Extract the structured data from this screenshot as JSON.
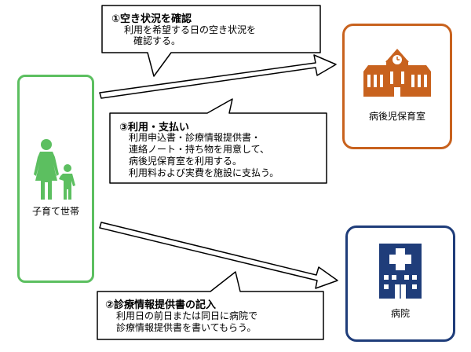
{
  "actor": {
    "label": "子育て世帯",
    "icon": "parent-child-icon",
    "color": "#5cbf60"
  },
  "nursery": {
    "label": "病後児保育室",
    "icon": "school-building-icon",
    "color": "#c8621e"
  },
  "hospital": {
    "label": "病院",
    "icon": "hospital-icon",
    "color": "#1f3d7a"
  },
  "steps": [
    {
      "title": "①空き状況を確認",
      "lines": [
        "利用を希望する日の空き状況を",
        "確認する。"
      ]
    },
    {
      "title": "②診療情報提供書の記入",
      "lines": [
        "利用日の前日または同日に病院で",
        "診療情報提供書を書いてもらう。"
      ]
    },
    {
      "title": "③利用・支払い",
      "lines": [
        "利用申込書・診療情報提供書・",
        "連絡ノート・持ち物を用意して、",
        "病後児保育室を利用する。",
        "利用料および実費を施設に支払う。"
      ]
    }
  ]
}
